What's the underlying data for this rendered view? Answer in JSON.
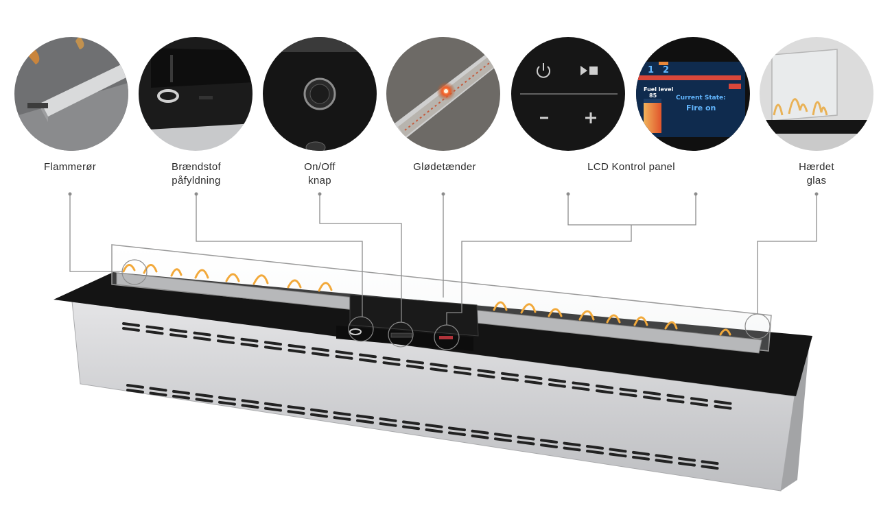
{
  "callouts": [
    {
      "id": "flammeror",
      "label": "Flammerør"
    },
    {
      "id": "braendstof",
      "label": "Brændstof\npåfyldning"
    },
    {
      "id": "onoff",
      "label": "On/Off\nknap"
    },
    {
      "id": "glodetaender",
      "label": "Glødetænder"
    },
    {
      "id": "lcd",
      "label": "LCD Kontrol panel"
    },
    {
      "id": "glas",
      "label": "Hærdet\nglas"
    }
  ],
  "lcd_screen": {
    "tab_1": "1",
    "tab_2": "2",
    "fuel_label": "Fuel level",
    "fuel_value": "85",
    "state_label": "Current State:",
    "state_value": "Fire on"
  },
  "colors": {
    "steel": "#c9cacc",
    "top_plate": "#141414",
    "flame": "#f2a93b",
    "line": "#8c8c8c",
    "lcd_bg": "#0f2b4e",
    "lcd_text": "#63b7ff"
  }
}
